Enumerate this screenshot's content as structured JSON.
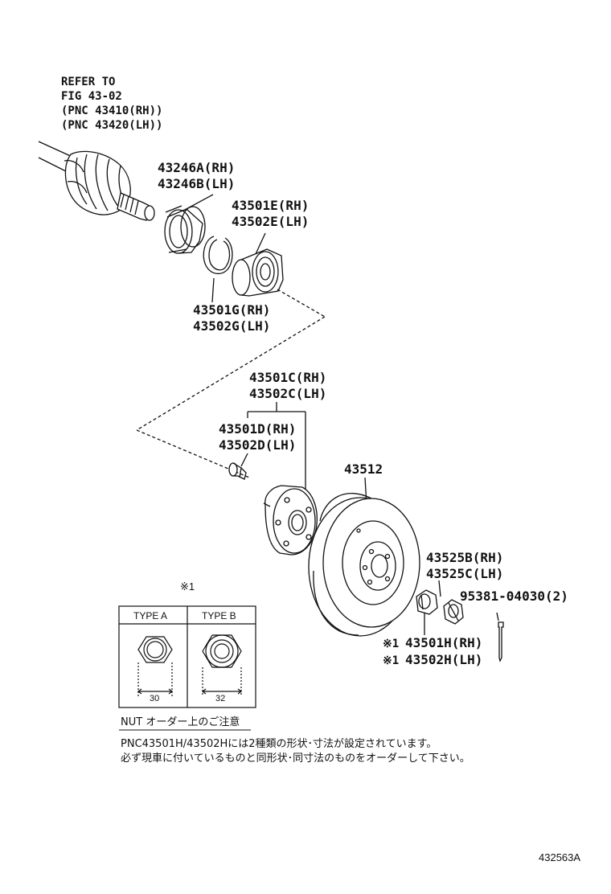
{
  "refer": {
    "line1": "REFER TO",
    "line2": "FIG 43-02",
    "line3": "(PNC 43410(RH))",
    "line4": "(PNC 43420(LH))"
  },
  "parts": {
    "p43246_rh": "43246A(RH)",
    "p43246_lh": "43246B(LH)",
    "p43501e_rh": "43501E(RH)",
    "p43502e_lh": "43502E(LH)",
    "p43501g_rh": "43501G(RH)",
    "p43502g_lh": "43502G(LH)",
    "p43501c_rh": "43501C(RH)",
    "p43502c_lh": "43502C(LH)",
    "p43501d_rh": "43501D(RH)",
    "p43502d_lh": "43502D(LH)",
    "p43512": "43512",
    "p43525b_rh": "43525B(RH)",
    "p43525c_lh": "43525C(LH)",
    "p95381": "95381-04030(2)",
    "p43501h_rh": "43501H(RH)",
    "p43502h_lh": "43502H(LH)"
  },
  "note_mark": "※1",
  "nut_table": {
    "type_a": "TYPE A",
    "type_b": "TYPE B",
    "dim_a": "30",
    "dim_b": "32"
  },
  "notes": {
    "heading": "NUT オーダー上のご注意",
    "line1": "PNC43501H/43502Hには2種類の形状･寸法が設定されています。",
    "line2": "必ず現車に付いているものと同形状･同寸法のものをオーダーして下さい。"
  },
  "figure_id": "432563A"
}
